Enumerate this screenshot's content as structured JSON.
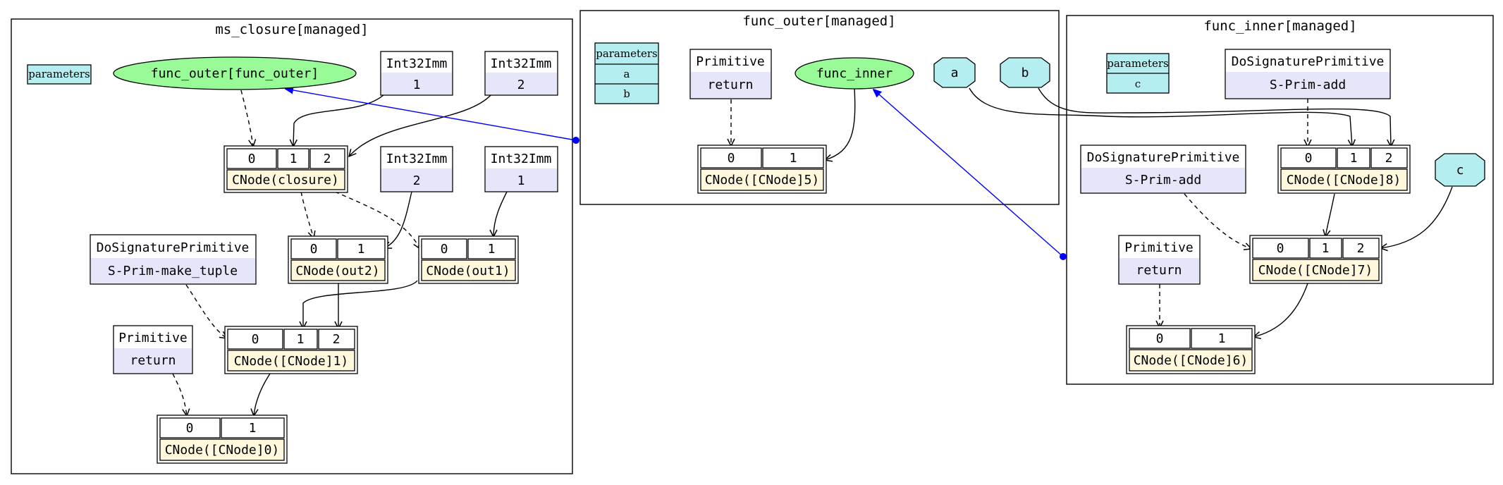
{
  "clusters": {
    "ms_closure": "ms_closure[managed]",
    "func_outer": "func_outer[managed]",
    "func_inner": "func_inner[managed]"
  },
  "labels": {
    "parameters": "parameters",
    "int32imm": "Int32Imm",
    "primitive": "Primitive",
    "return": "return",
    "do_sig_prim": "DoSignaturePrimitive",
    "make_tuple": "S-Prim-make_tuple",
    "prim_add": "S-Prim-add"
  },
  "values": {
    "one": "1",
    "two": "2"
  },
  "ports": {
    "p0": "0",
    "p1": "1",
    "p2": "2"
  },
  "nodes": {
    "func_outer_call": "func_outer[func_outer]",
    "func_inner": "func_inner",
    "cnode_closure": "CNode(closure)",
    "cnode_out2": "CNode(out2)",
    "cnode_out1": "CNode(out1)",
    "cnode_1": "CNode([CNode]1)",
    "cnode_0": "CNode([CNode]0)",
    "cnode_5": "CNode([CNode]5)",
    "cnode_8": "CNode([CNode]8)",
    "cnode_7": "CNode([CNode]7)",
    "cnode_6": "CNode([CNode]6)"
  },
  "params": {
    "a": "a",
    "b": "b",
    "c": "c"
  },
  "colors": {
    "ellipse_fill": "#98fb98",
    "value_node_fill": "#e6e6fa",
    "cnode_label_fill": "#fff8dc",
    "parameter_fill": "#b4eef0",
    "closure_edge": "#0000ff"
  }
}
